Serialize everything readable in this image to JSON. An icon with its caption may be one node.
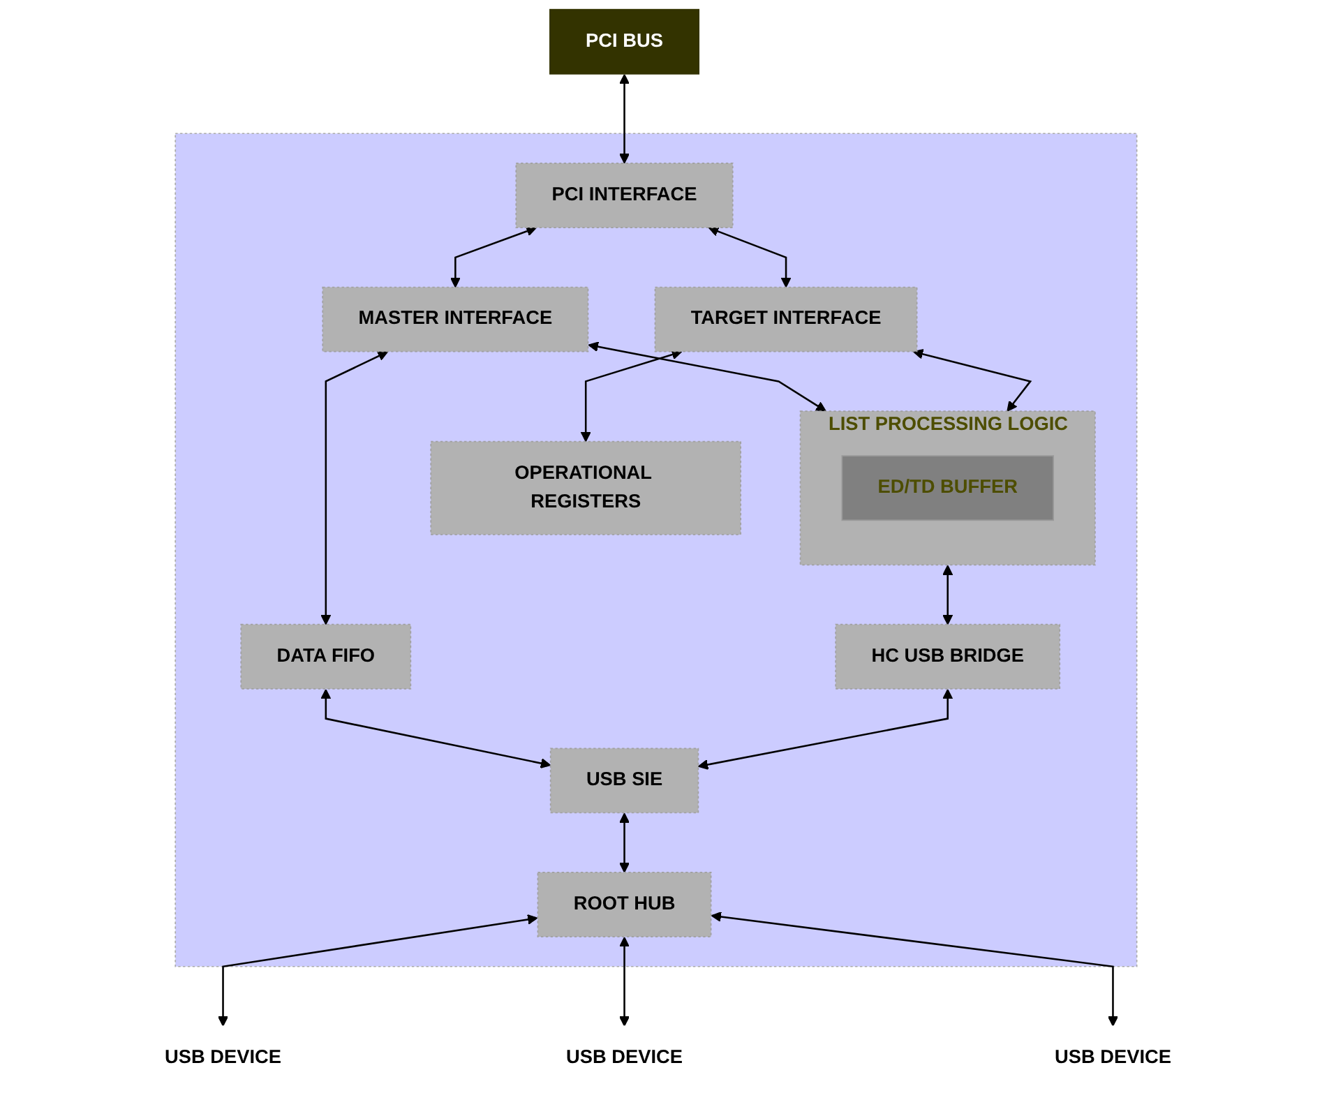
{
  "diagram": {
    "nodes": [
      {
        "text": [
          "PCI BUS"
        ]
      },
      {
        "text": [],
        "shape": "box"
      },
      {
        "text": [
          "PCI INTERFACE"
        ],
        "in": 1
      },
      {
        "text": [
          "MASTER INTERFACE"
        ],
        "in": 1
      },
      {
        "text": [
          "TARGET INTERFACE"
        ],
        "in": 1
      },
      {
        "text": [
          "DATA FIFO"
        ],
        "in": 1
      },
      {
        "text": [
          "LIST PROCESSING LOGIC"
        ],
        "in": 1
      },
      {
        "text": [
          "ED/TD BUFFER"
        ],
        "in": 6
      },
      {
        "text": [
          "OPERATIONAL REGISTERS"
        ],
        "in": 1
      },
      {
        "text": [
          "HC USB BRIDGE"
        ],
        "in": 1
      },
      {
        "text": [
          "USB SIE"
        ],
        "in": 1
      },
      {
        "text": [
          "ROOT HUB"
        ],
        "in": 1
      },
      {
        "text": [
          "USB DEVICE"
        ]
      },
      {
        "text": [
          "USB DEVICE"
        ]
      },
      {
        "text": [
          "USB DEVICE"
        ]
      }
    ],
    "edges": [
      {
        "from": 0,
        "to": 2,
        "arrow": "both"
      },
      {
        "from": 2,
        "to": 3,
        "arrow": "both"
      },
      {
        "from": 2,
        "to": 4,
        "arrow": "both"
      },
      {
        "from": 3,
        "to": 6,
        "arrow": "both"
      },
      {
        "from": 4,
        "to": 6,
        "arrow": "both"
      },
      {
        "from": 3,
        "to": 5,
        "arrow": "both"
      },
      {
        "from": 4,
        "to": 8,
        "arrow": "both"
      },
      {
        "from": 5,
        "to": 10,
        "arrow": "both"
      },
      {
        "from": 6,
        "to": 9,
        "arrow": "both"
      },
      {
        "from": 9,
        "to": 10,
        "arrow": "both"
      },
      {
        "from": 10,
        "to": 11,
        "arrow": "both"
      },
      {
        "from": 11,
        "to": 12,
        "arrow": "both"
      },
      {
        "from": 11,
        "to": 13,
        "arrow": "both"
      },
      {
        "from": 11,
        "to": 14,
        "arrow": "both"
      }
    ]
  }
}
